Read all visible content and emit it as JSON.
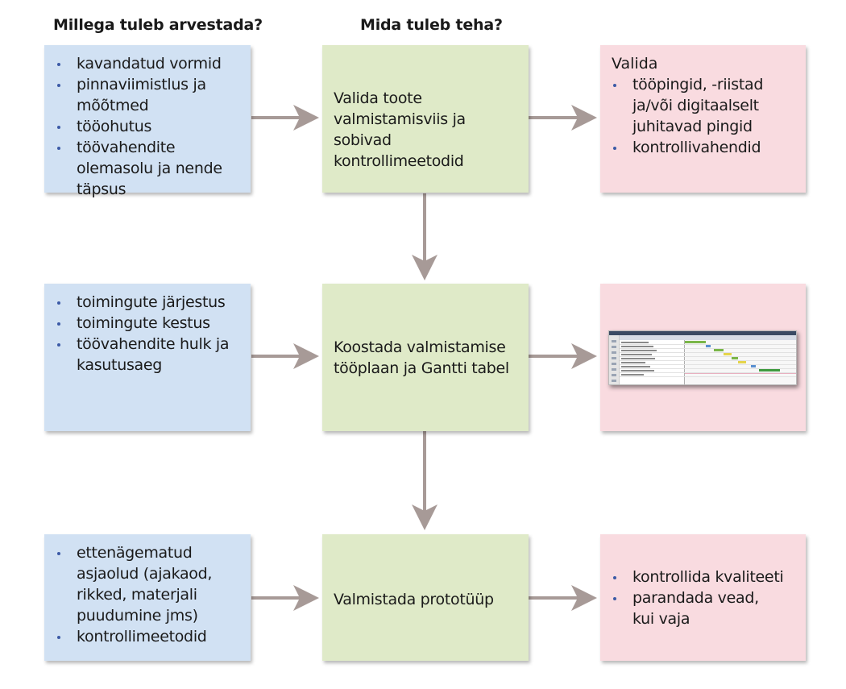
{
  "headers": {
    "left": "Millega tuleb arvestada?",
    "middle": "Mida tuleb teha?"
  },
  "rows": [
    {
      "considerations": [
        "kavandatud vormid",
        "pinnaviimistlus ja mõõtmed",
        "tööohutus",
        "töövahendite olemasolu ja nende täpsus"
      ],
      "action": "Valida toote valmistamisviis ja sobivad kontrollimeetodid",
      "result_title": "Valida",
      "result_items": [
        "tööpingid, -riistad ja/või digitaalselt juhitavad pingid",
        "kontrollivahendid"
      ]
    },
    {
      "considerations": [
        "toimingute järjestus",
        "toimingute kestus",
        "töövahendite hulk ja kasutusaeg"
      ],
      "action": "Koostada valmistamise tööplaan ja Gantti tabel",
      "result_image": "gantt-chart-screenshot"
    },
    {
      "considerations": [
        "ettenägematud asjaolud (ajakaod, rikked, materjali puudumine jms)",
        "kontrollimeetodid"
      ],
      "action": "Valmistada prototüüp",
      "result_items": [
        "kontrollida kvaliteeti",
        "parandada vead, kui vaja"
      ]
    }
  ],
  "colors": {
    "consider_box": "#d1e1f3",
    "action_box": "#dfeac8",
    "result_box": "#f9dbe0",
    "arrow": "#a79a97",
    "bullet": "#3c5aa6"
  }
}
